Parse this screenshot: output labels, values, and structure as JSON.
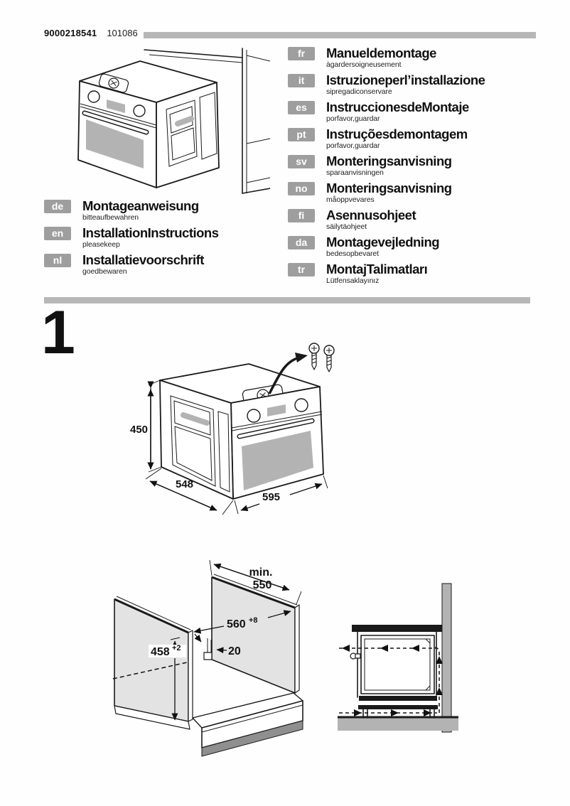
{
  "header": {
    "doc_number": "9000218541",
    "print_code": "101086"
  },
  "languages_left": [
    {
      "code": "de",
      "title": "Montageanweisung",
      "subtitle": "bitteaufbewahren"
    },
    {
      "code": "en",
      "title": "InstallationInstructions",
      "subtitle": "pleasekeep"
    },
    {
      "code": "nl",
      "title": "Installatievoorschrift",
      "subtitle": "goedbewaren"
    }
  ],
  "languages_right": [
    {
      "code": "fr",
      "title": "Manueldemontage",
      "subtitle": "àgardersoigneusement"
    },
    {
      "code": "it",
      "title": "Istruzioneperl’installazione",
      "subtitle": "sipregadiconservare"
    },
    {
      "code": "es",
      "title": "InstruccionesdeMontaje",
      "subtitle": "porfavor,guardar"
    },
    {
      "code": "pt",
      "title": "Instruçõesdemontagem",
      "subtitle": "porfavor,guardar"
    },
    {
      "code": "sv",
      "title": "Monteringsanvisning",
      "subtitle": "sparaanvisningen"
    },
    {
      "code": "no",
      "title": "Monteringsanvisning",
      "subtitle": "måoppvevares"
    },
    {
      "code": "fi",
      "title": "Asennusohjeet",
      "subtitle": "säilytäohjeet"
    },
    {
      "code": "da",
      "title": "Montagevejledning",
      "subtitle": "bedesopbevaret"
    },
    {
      "code": "tr",
      "title": "MontajTalimatları",
      "subtitle": "Lütfensaklayınız"
    }
  ],
  "step": {
    "number": "1"
  },
  "oven_dimensions": {
    "height": "450",
    "depth": "548",
    "width": "595"
  },
  "niche_dimensions": {
    "depth_min_label": "min.",
    "depth_min_value": "550",
    "width": "560",
    "width_tolerance": "+8",
    "height": "458",
    "height_tolerance": "+2",
    "bracket_depth": "20"
  },
  "colors": {
    "badge_gray": "#9e9e9e",
    "bar_gray": "#b7b7b7",
    "panel_gray": "#e3e3e3",
    "glass_gray": "#b3b3b3",
    "shadow_gray": "#8f8f8f",
    "text_black": "#1a1a1a"
  }
}
